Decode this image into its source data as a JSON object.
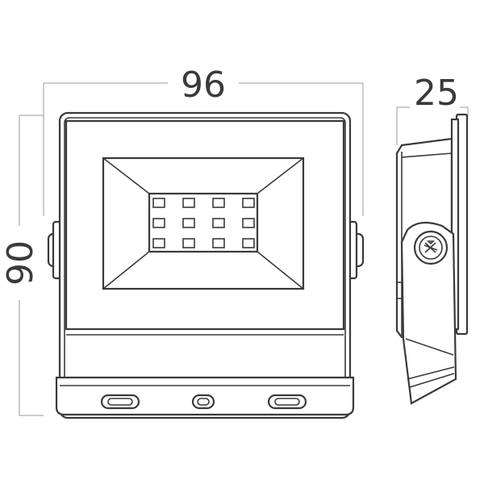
{
  "dimensions": {
    "width": "96",
    "height": "90",
    "depth": "25"
  },
  "colors": {
    "line": "#3a3a3a",
    "dimension_line": "#9a9a9a",
    "background": "#ffffff"
  },
  "led_grid": {
    "rows": 3,
    "columns": 4
  }
}
